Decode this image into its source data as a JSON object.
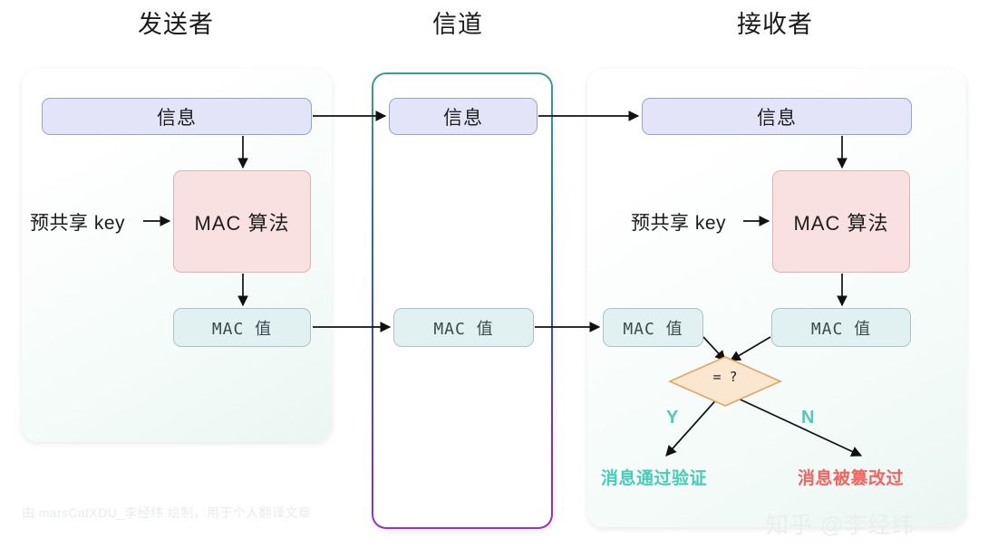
{
  "columns": {
    "sender_title": "发送者",
    "channel_title": "信道",
    "receiver_title": "接收者"
  },
  "sender": {
    "message_label": "信息",
    "key_label": "预共享 key",
    "mac_algorithm_label": "MAC 算法",
    "mac_value_label": "MAC 值"
  },
  "channel": {
    "message_label": "信息",
    "mac_value_label": "MAC 值"
  },
  "receiver": {
    "message_label": "信息",
    "key_label": "预共享 key",
    "mac_algorithm_label": "MAC 算法",
    "mac_value_received_label": "MAC 值",
    "mac_value_computed_label": "MAC 值",
    "decision_label": "= ?",
    "branch_yes_label": "Y",
    "branch_no_label": "N",
    "outcome_pass_label": "消息通过验证",
    "outcome_tampered_label": "消息被篡改过"
  },
  "footer": {
    "credit": "由 marsCatXDU_李经纬 绘制，用于个人翻译文章",
    "watermark": "知乎 @李经纬"
  },
  "colors": {
    "message_fill": "#e3e4f8",
    "message_stroke": "#93a4cd",
    "mac_alg_fill": "#fae1e1",
    "mac_alg_stroke": "#dcb4b4",
    "mac_val_fill": "#e1f0f1",
    "mac_val_stroke": "#a9c4cb",
    "diamond_fill": "#fbe6d0",
    "diamond_stroke": "#e3a55f",
    "pass_text": "#46cdb4",
    "tampered_text": "#f4645f",
    "branch_text": "#4ecbb4",
    "channel_border_start": "#3aa08e",
    "channel_border_end": "#9b2fd0",
    "arrow": "#111111",
    "watermark": "#e9eeee"
  }
}
